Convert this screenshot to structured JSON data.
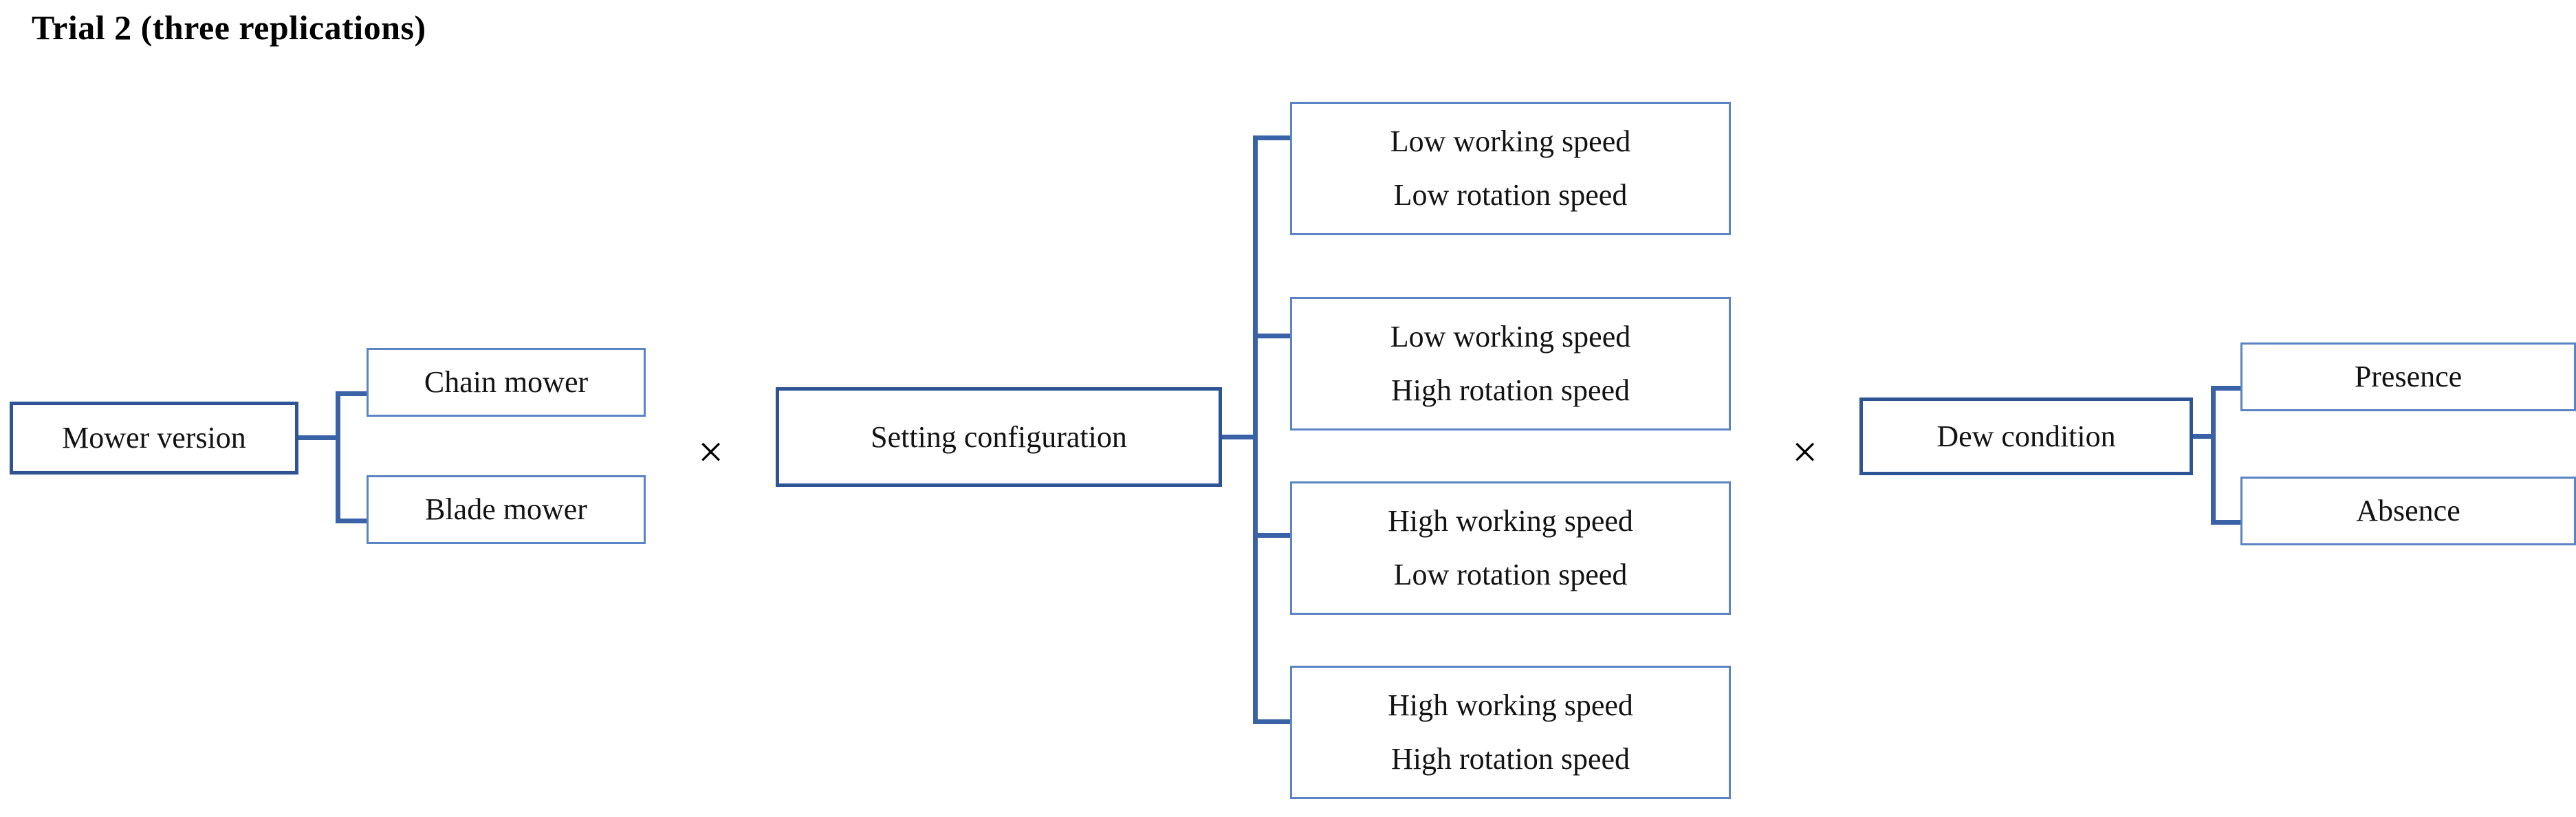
{
  "title": "Trial 2 (three replications)",
  "operators": {
    "times_symbol": "×"
  },
  "colors": {
    "primary_border": "#2e5496",
    "leaf_border": "#5b84c4",
    "connector": "#3a62a6",
    "text": "#131313",
    "background": "#ffffff"
  },
  "factors": [
    {
      "id": "mower-version",
      "label": "Mower version",
      "levels": [
        {
          "id": "chain-mower",
          "line_1": "Chain mower",
          "line_2": ""
        },
        {
          "id": "blade-mower",
          "line_1": "Blade mower",
          "line_2": ""
        }
      ]
    },
    {
      "id": "setting-configuration",
      "label": "Setting configuration",
      "levels": [
        {
          "id": "low-working-low-rotation",
          "line_1": "Low working speed",
          "line_2": "Low rotation speed"
        },
        {
          "id": "low-working-high-rotation",
          "line_1": "Low working speed",
          "line_2": "High rotation speed"
        },
        {
          "id": "high-working-low-rotation",
          "line_1": "High working speed",
          "line_2": "Low rotation speed"
        },
        {
          "id": "high-working-high-rotation",
          "line_1": "High working speed",
          "line_2": "High rotation speed"
        }
      ]
    },
    {
      "id": "dew-condition",
      "label": "Dew condition",
      "levels": [
        {
          "id": "presence",
          "line_1": "Presence",
          "line_2": ""
        },
        {
          "id": "absence",
          "line_1": "Absence",
          "line_2": ""
        }
      ]
    }
  ]
}
